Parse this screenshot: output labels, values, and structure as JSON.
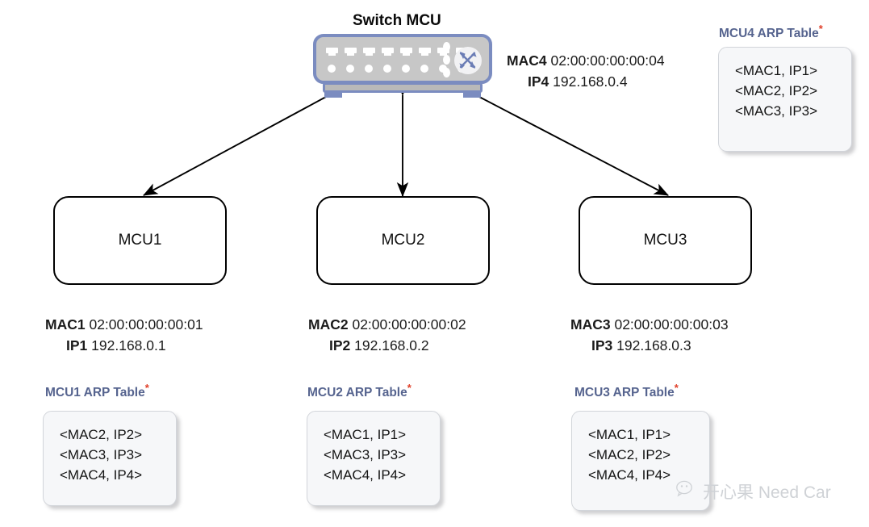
{
  "diagram": {
    "switch": {
      "title": "Switch MCU",
      "mac_label": "MAC4",
      "mac_value": "02:00:00:00:00:04",
      "ip_label": "IP4",
      "ip_value": "192.168.0.4",
      "icon_name": "network-switch-icon",
      "port_count": 8,
      "led_count": 8,
      "side_led_count": 3,
      "body_color": "#c7c7c7",
      "border_color": "#7b8cc0"
    },
    "nodes": [
      {
        "id": "mcu1",
        "label": "MCU1",
        "mac_label": "MAC1",
        "mac_value": "02:00:00:00:00:01",
        "ip_label": "IP1",
        "ip_value": "192.168.0.1"
      },
      {
        "id": "mcu2",
        "label": "MCU2",
        "mac_label": "MAC2",
        "mac_value": "02:00:00:00:00:02",
        "ip_label": "IP2",
        "ip_value": "192.168.0.2"
      },
      {
        "id": "mcu3",
        "label": "MCU3",
        "mac_label": "MAC3",
        "mac_value": "02:00:00:00:00:03",
        "ip_label": "IP3",
        "ip_value": "192.168.0.3"
      }
    ],
    "arp_tables": [
      {
        "id": "mcu4-arp",
        "title": "MCU4 ARP Table",
        "footnote_marker": "*",
        "entries": [
          "<MAC1, IP1>",
          "<MAC2, IP2>",
          "<MAC3, IP3>"
        ]
      },
      {
        "id": "mcu1-arp",
        "title": "MCU1 ARP Table",
        "footnote_marker": "*",
        "entries": [
          "<MAC2, IP2>",
          "<MAC3, IP3>",
          "<MAC4, IP4>"
        ]
      },
      {
        "id": "mcu2-arp",
        "title": "MCU2 ARP Table",
        "footnote_marker": "*",
        "entries": [
          "<MAC1, IP1>",
          "<MAC3, IP3>",
          "<MAC4, IP4>"
        ]
      },
      {
        "id": "mcu3-arp",
        "title": "MCU3 ARP Table",
        "footnote_marker": "*",
        "entries": [
          "<MAC1, IP1>",
          "<MAC2, IP2>",
          "<MAC4, IP4>"
        ]
      }
    ],
    "connections": [
      {
        "from": "switch",
        "to": "mcu1",
        "style": "double-arrow"
      },
      {
        "from": "switch",
        "to": "mcu2",
        "style": "double-arrow"
      },
      {
        "from": "switch",
        "to": "mcu3",
        "style": "double-arrow"
      }
    ],
    "watermark": {
      "text": "开心果 Need Car",
      "icon_name": "wechat-icon",
      "color": "#cfd2d6"
    },
    "colors": {
      "arp_title": "#56648f",
      "asterisk": "#e0402a",
      "switch_accent": "#7b8cc0",
      "line": "#000000"
    }
  }
}
